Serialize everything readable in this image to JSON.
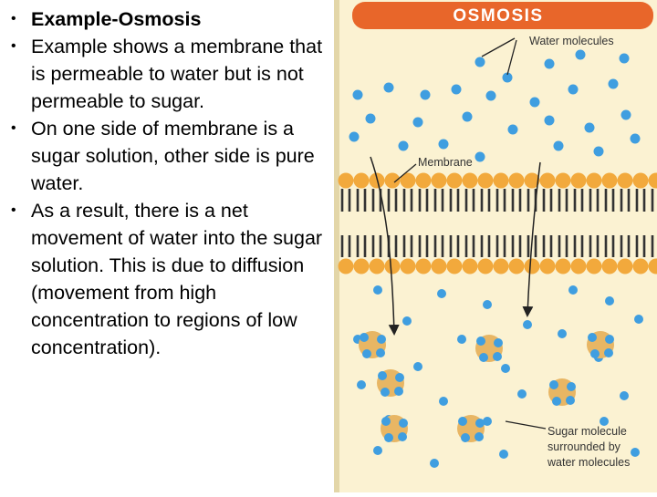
{
  "slide": {
    "bullets": [
      "Example-Osmosis",
      "Example shows a membrane that is permeable to water but is not permeable to sugar.",
      "On one side of membrane is a sugar solution, other side is pure water.",
      "As a result, there is a net movement of water into the sugar solution. This is due to diffusion (movement from high concentration to regions of low concentration)."
    ],
    "bullet_glyph": "•"
  },
  "figure": {
    "title": "OSMOSIS",
    "label_water": "Water molecules",
    "label_membrane": "Membrane",
    "label_sugar_line1": "Sugar molecule",
    "label_sugar_line2": "surrounded by",
    "label_sugar_line3": "water molecules",
    "colors": {
      "background": "#fbf2d2",
      "title_bar": "#e8662a",
      "water": "#3f9ee0",
      "sugar": "#e8b664",
      "membrane_head": "#f2a93c",
      "membrane_tail": "#333333"
    }
  }
}
